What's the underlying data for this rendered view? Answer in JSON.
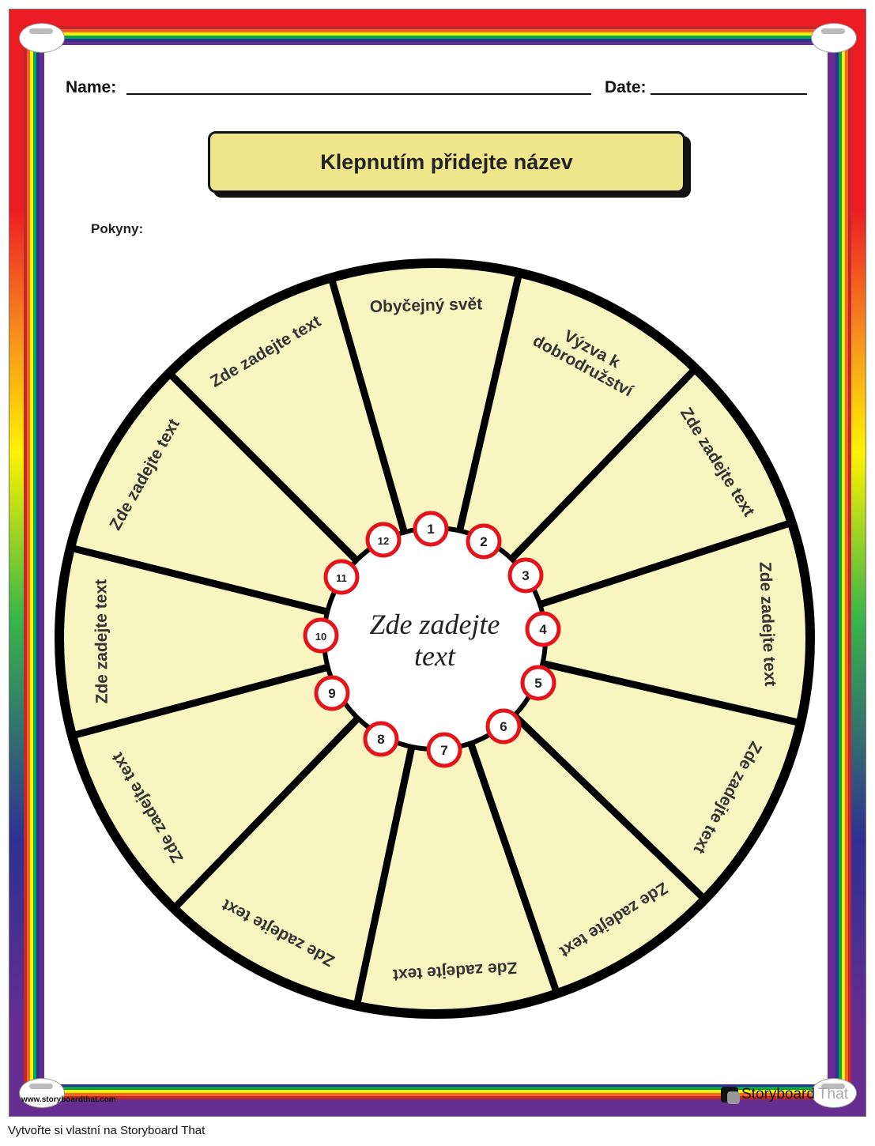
{
  "header": {
    "name_label": "Name:",
    "date_label": "Date:"
  },
  "title": "Klepnutím přidejte název",
  "instructions_label": "Pokyny:",
  "wheel": {
    "center_text": [
      "Zde zadejte",
      "text"
    ],
    "segments": [
      {
        "number": "1",
        "label": [
          "Obyčejný svět"
        ]
      },
      {
        "number": "2",
        "label": [
          "Výzva k",
          "dobrodružství"
        ]
      },
      {
        "number": "3",
        "label": [
          "Zde zadejte text"
        ]
      },
      {
        "number": "4",
        "label": [
          "Zde zadejte text"
        ]
      },
      {
        "number": "5",
        "label": [
          "Zde zadejte text"
        ]
      },
      {
        "number": "6",
        "label": [
          "Zde zadejte text"
        ]
      },
      {
        "number": "7",
        "label": [
          "Zde zadejte text"
        ]
      },
      {
        "number": "8",
        "label": [
          "Zde zadejte text"
        ]
      },
      {
        "number": "9",
        "label": [
          "Zde zadejte text"
        ]
      },
      {
        "number": "10",
        "label": [
          "Zde zadejte text"
        ]
      },
      {
        "number": "11",
        "label": [
          "Zde zadejte text"
        ]
      },
      {
        "number": "12",
        "label": [
          "Zde zadejte text"
        ]
      }
    ],
    "colors": {
      "segment_fill": "#f8f5c0",
      "number_ring": "#e3151a",
      "outline": "#000000"
    }
  },
  "footer": {
    "url": "www.storyboardthat.com",
    "brand_a": "Storyboard",
    "brand_b": "That",
    "credit": "Vytvořte si vlastní na Storyboard That"
  }
}
